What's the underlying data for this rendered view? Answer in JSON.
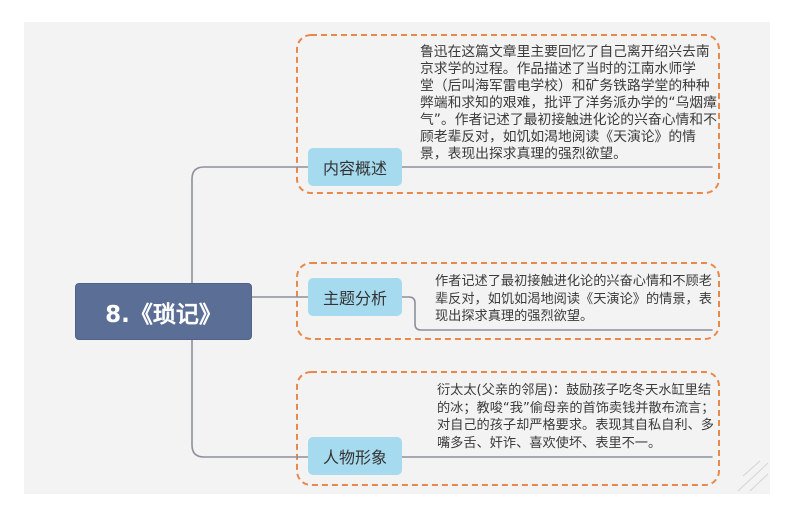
{
  "mindmap": {
    "root": {
      "label": "8.《琐记》"
    },
    "branches": [
      {
        "label": "内容概述",
        "detail_lines": [
          "鲁迅在这篇文章里主要回忆了自己离开绍兴去南",
          "京求学的过程。作品描述了当时的江南水师学",
          "堂（后叫海军雷电学校）和矿务铁路学堂的种种",
          "弊端和求知的艰难，批评了洋务派办学的“乌烟瘴",
          "气”。作者记述了最初接触进化论的兴奋心情和不",
          "顾老辈反对，如饥如渴地阅读《天演论》的情",
          "景，表现出探求真理的强烈欲望。"
        ]
      },
      {
        "label": "主题分析",
        "detail_lines": [
          "作者记述了最初接触进化论的兴奋心情和不顾老",
          "辈反对，如饥如渴地阅读《天演论》的情景，表",
          "现出探求真理的强烈欲望。"
        ]
      },
      {
        "label": "人物形象",
        "detail_lines": [
          "衍太太(父亲的邻居)：鼓励孩子吃冬天水缸里结",
          "的冰；教唆“我”偷母亲的首饰卖钱并散布流言；",
          "对自己的孩子却严格要求。表现其自私自利、多",
          "嘴多舌、奸诈、喜欢使坏、表里不一。"
        ]
      }
    ]
  },
  "colors": {
    "slide_background": "#f3f3f3",
    "root_fill": "#5b6e96",
    "root_text": "#ffffff",
    "branch_fill": "#a6dbef",
    "branch_text": "#333333",
    "detail_border": "#e8894c",
    "connector": "#8d9199",
    "text": "#3b3b3b"
  }
}
